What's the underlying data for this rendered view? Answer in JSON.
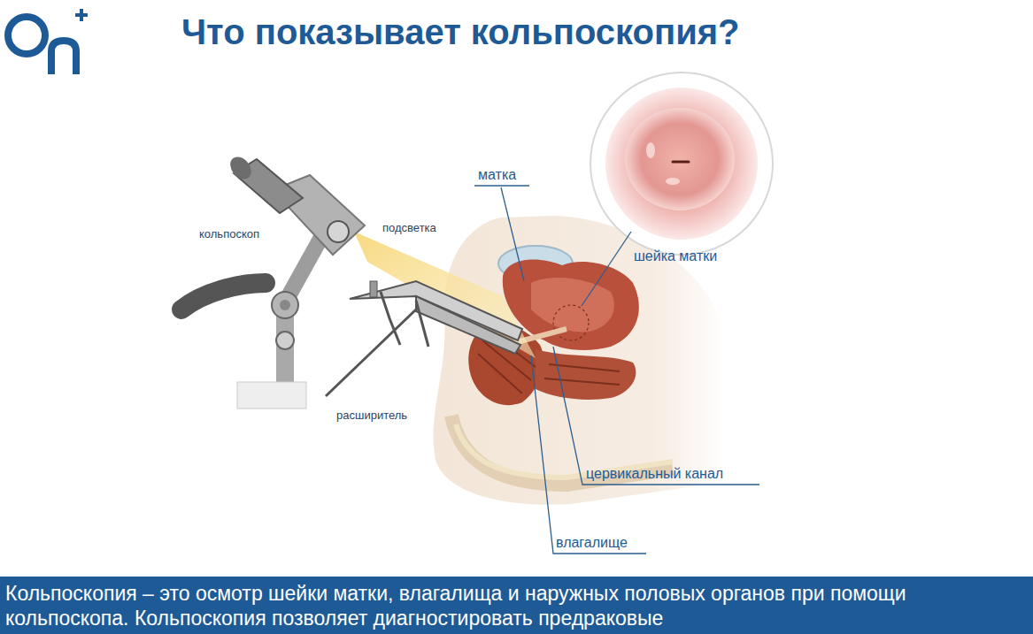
{
  "diagram": {
    "title": "Что показывает кольпоскопия?",
    "caption": "Кольпоскопия – это осмотр шейки матки, влагалища и наружных половых органов при помощи кольпоскопа. Кольпоскопия позволяет диагностировать предраковые",
    "labels": [
      "кольпоскоп",
      "подсветка",
      "расширитель",
      "матка",
      "шейка матки",
      "цервикальный канал",
      "влагалище"
    ]
  }
}
